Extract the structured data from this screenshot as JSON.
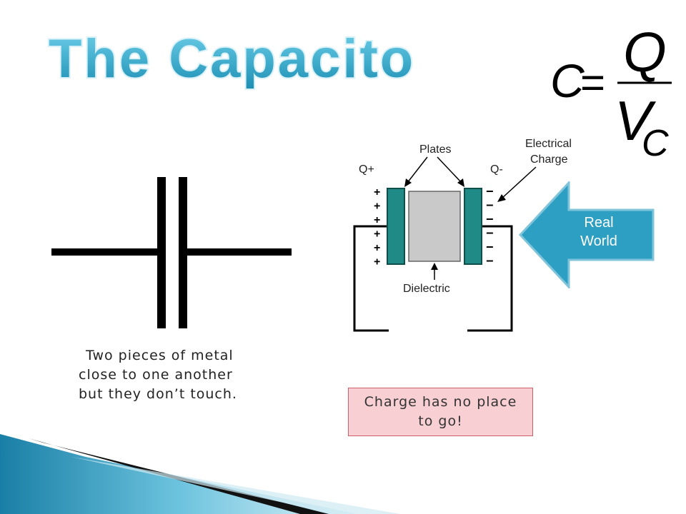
{
  "slide": {
    "title": "The Capacitor",
    "formula": {
      "lhs": "C",
      "eq": "=",
      "numerator": "Q",
      "denominator": "V",
      "subscript": "C"
    },
    "diagram": {
      "plates_label": "Plates",
      "charge_label_line1": "Electrical",
      "charge_label_line2": "Charge",
      "q_plus": "Q+",
      "q_minus": "Q-",
      "dielectric_label": "Dielectric",
      "plus_sign": "+",
      "minus_sign": "−"
    },
    "callout": {
      "line1": "Real",
      "line2": "World"
    },
    "caption": {
      "line1": "Two pieces of metal",
      "line2": "close to one another",
      "line3": "but they don’t touch."
    },
    "note": {
      "line1": "Charge has no place",
      "line2": "to go!"
    },
    "colors": {
      "title_fill": "#2a9fbf",
      "title_stroke": "#8fd6ea",
      "plate": "#1f8a86",
      "dielectric": "#c9c9c9",
      "callout": "#2c9fc3",
      "note_bg": "#f8cfd3",
      "note_border": "#cc5f6b"
    }
  }
}
